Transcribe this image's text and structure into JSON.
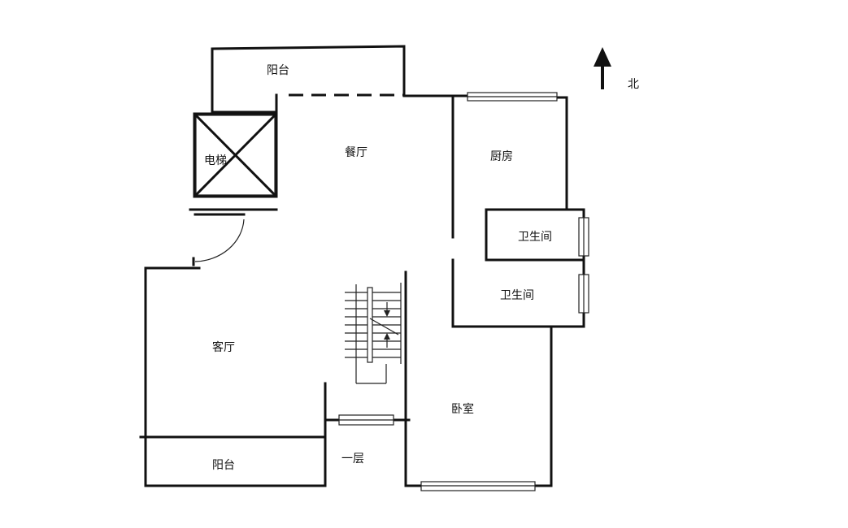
{
  "rooms": {
    "balcony_top": "阳台",
    "elevator": "电梯",
    "dining": "餐厅",
    "kitchen": "厨房",
    "bathroom_1": "卫生间",
    "bathroom_2": "卫生间",
    "living": "客厅",
    "bedroom": "卧室",
    "balcony_bottom": "阳台",
    "floor": "一层"
  },
  "compass": {
    "label": "北",
    "icon": "north-arrow-icon"
  },
  "colors": {
    "wall": "#111111",
    "background": "#ffffff"
  }
}
